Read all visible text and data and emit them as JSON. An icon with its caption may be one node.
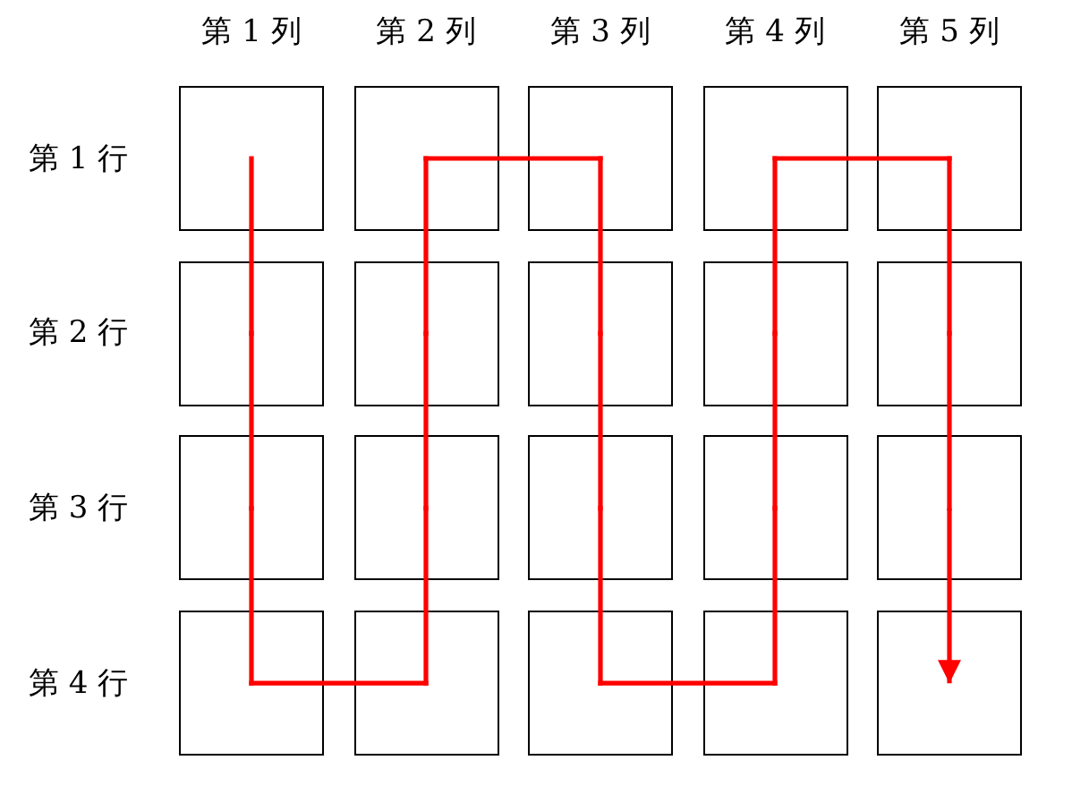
{
  "diagram": {
    "nodes": [
      {
        "text": [],
        "shape": "box"
      },
      {
        "text": [],
        "shape": "box"
      },
      {
        "text": [],
        "shape": "box"
      },
      {
        "text": [],
        "shape": "box"
      },
      {
        "text": [],
        "shape": "box"
      },
      {
        "text": [],
        "shape": "box"
      },
      {
        "text": [],
        "shape": "box"
      },
      {
        "text": [],
        "shape": "box"
      },
      {
        "text": [],
        "shape": "box"
      },
      {
        "text": [],
        "shape": "box"
      },
      {
        "text": [],
        "shape": "box"
      },
      {
        "text": [],
        "shape": "box"
      },
      {
        "text": [],
        "shape": "box"
      },
      {
        "text": [],
        "shape": "box"
      },
      {
        "text": [],
        "shape": "box"
      },
      {
        "text": [],
        "shape": "box"
      },
      {
        "text": [],
        "shape": "box"
      },
      {
        "text": [],
        "shape": "box"
      },
      {
        "text": [],
        "shape": "box"
      },
      {
        "text": [],
        "shape": "box"
      }
    ],
    "edges": [
      {
        "from": 0,
        "to": 5,
        "arrow": "none",
        "color": "#ff0000"
      },
      {
        "from": 5,
        "to": 10,
        "arrow": "none",
        "color": "#ff0000"
      },
      {
        "from": 10,
        "to": 15,
        "arrow": "none",
        "color": "#ff0000"
      },
      {
        "from": 15,
        "to": 16,
        "arrow": "none",
        "color": "#ff0000"
      },
      {
        "from": 16,
        "to": 11,
        "arrow": "none",
        "color": "#ff0000"
      },
      {
        "from": 11,
        "to": 6,
        "arrow": "none",
        "color": "#ff0000"
      },
      {
        "from": 6,
        "to": 1,
        "arrow": "none",
        "color": "#ff0000"
      },
      {
        "from": 1,
        "to": 2,
        "arrow": "none",
        "color": "#ff0000"
      },
      {
        "from": 2,
        "to": 7,
        "arrow": "none",
        "color": "#ff0000"
      },
      {
        "from": 7,
        "to": 12,
        "arrow": "none",
        "color": "#ff0000"
      },
      {
        "from": 12,
        "to": 17,
        "arrow": "none",
        "color": "#ff0000"
      },
      {
        "from": 17,
        "to": 18,
        "arrow": "none",
        "color": "#ff0000"
      },
      {
        "from": 18,
        "to": 13,
        "arrow": "none",
        "color": "#ff0000"
      },
      {
        "from": 13,
        "to": 8,
        "arrow": "none",
        "color": "#ff0000"
      },
      {
        "from": 8,
        "to": 3,
        "arrow": "none",
        "color": "#ff0000"
      },
      {
        "from": 3,
        "to": 4,
        "arrow": "none",
        "color": "#ff0000"
      },
      {
        "from": 4,
        "to": 9,
        "arrow": "none",
        "color": "#ff0000"
      },
      {
        "from": 9,
        "to": 14,
        "arrow": "none",
        "color": "#ff0000"
      },
      {
        "from": 14,
        "to": 19,
        "arrow": "to",
        "color": "#ff0000"
      }
    ],
    "labels": [
      "第 1 列",
      "第 2 列",
      "第 3 列",
      "第 4 列",
      "第 5 列",
      "第 1 行",
      "第 2 行",
      "第 3 行",
      "第 4 行"
    ]
  }
}
